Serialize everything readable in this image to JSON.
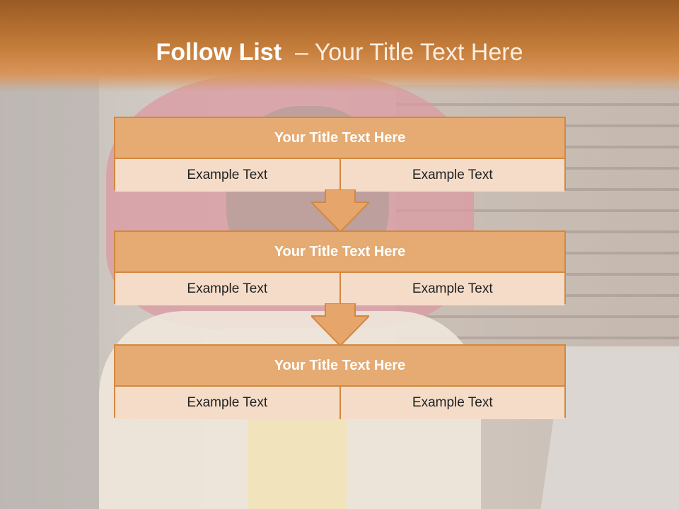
{
  "slide": {
    "title_bold": "Follow List",
    "title_rest": "– Your Title Text Here"
  },
  "steps": [
    {
      "title": "Your Title Text Here",
      "left": "Example Text",
      "right": "Example Text"
    },
    {
      "title": "Your Title Text Here",
      "left": "Example Text",
      "right": "Example Text"
    },
    {
      "title": "Your Title Text Here",
      "left": "Example Text",
      "right": "Example Text"
    }
  ],
  "colors": {
    "header_dark": "#9a5a23",
    "header_light": "#d8955a",
    "box_border": "#d3883f",
    "box_title_bg": "#e5ab72",
    "box_cell_bg": "#f4dcc8"
  }
}
